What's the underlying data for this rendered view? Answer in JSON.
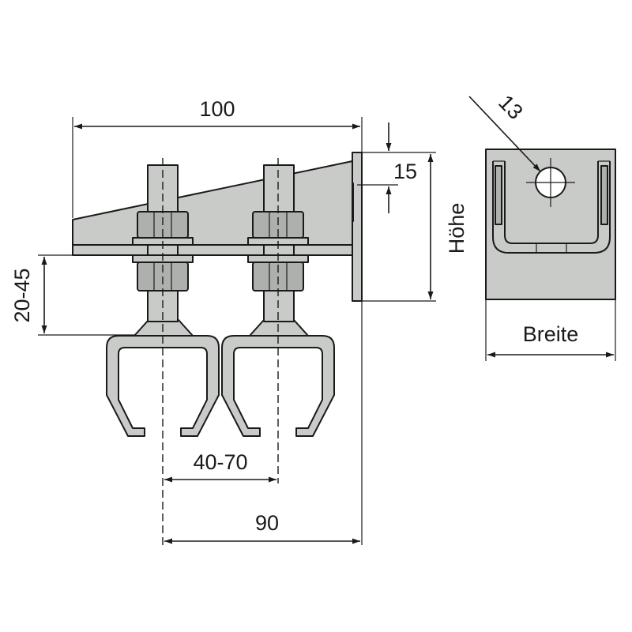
{
  "dimensions": {
    "width_top": "100",
    "plate_thickness": "15",
    "height": "Höhe",
    "drop": "20-45",
    "spacing": "40-70",
    "width_bottom": "90",
    "hole": "13",
    "breite": "Breite"
  },
  "colors": {
    "metal": "#c9cbc8",
    "line": "#1a1a1a",
    "background": "#ffffff"
  }
}
